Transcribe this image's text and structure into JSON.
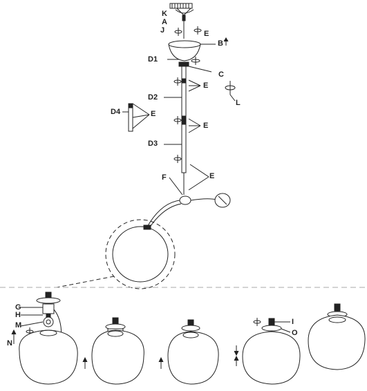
{
  "labels": {
    "K": "K",
    "A": "A",
    "J": "J",
    "E": "E",
    "B": "B",
    "D1": "D1",
    "C": "C",
    "D2": "D2",
    "L": "L",
    "D4": "D4",
    "D3": "D3",
    "F": "F",
    "G": "G",
    "H": "H",
    "M": "M",
    "N": "N",
    "I": "I",
    "O": "O"
  },
  "colors": {
    "line": "#222222",
    "dash": "#aaaaaa"
  }
}
